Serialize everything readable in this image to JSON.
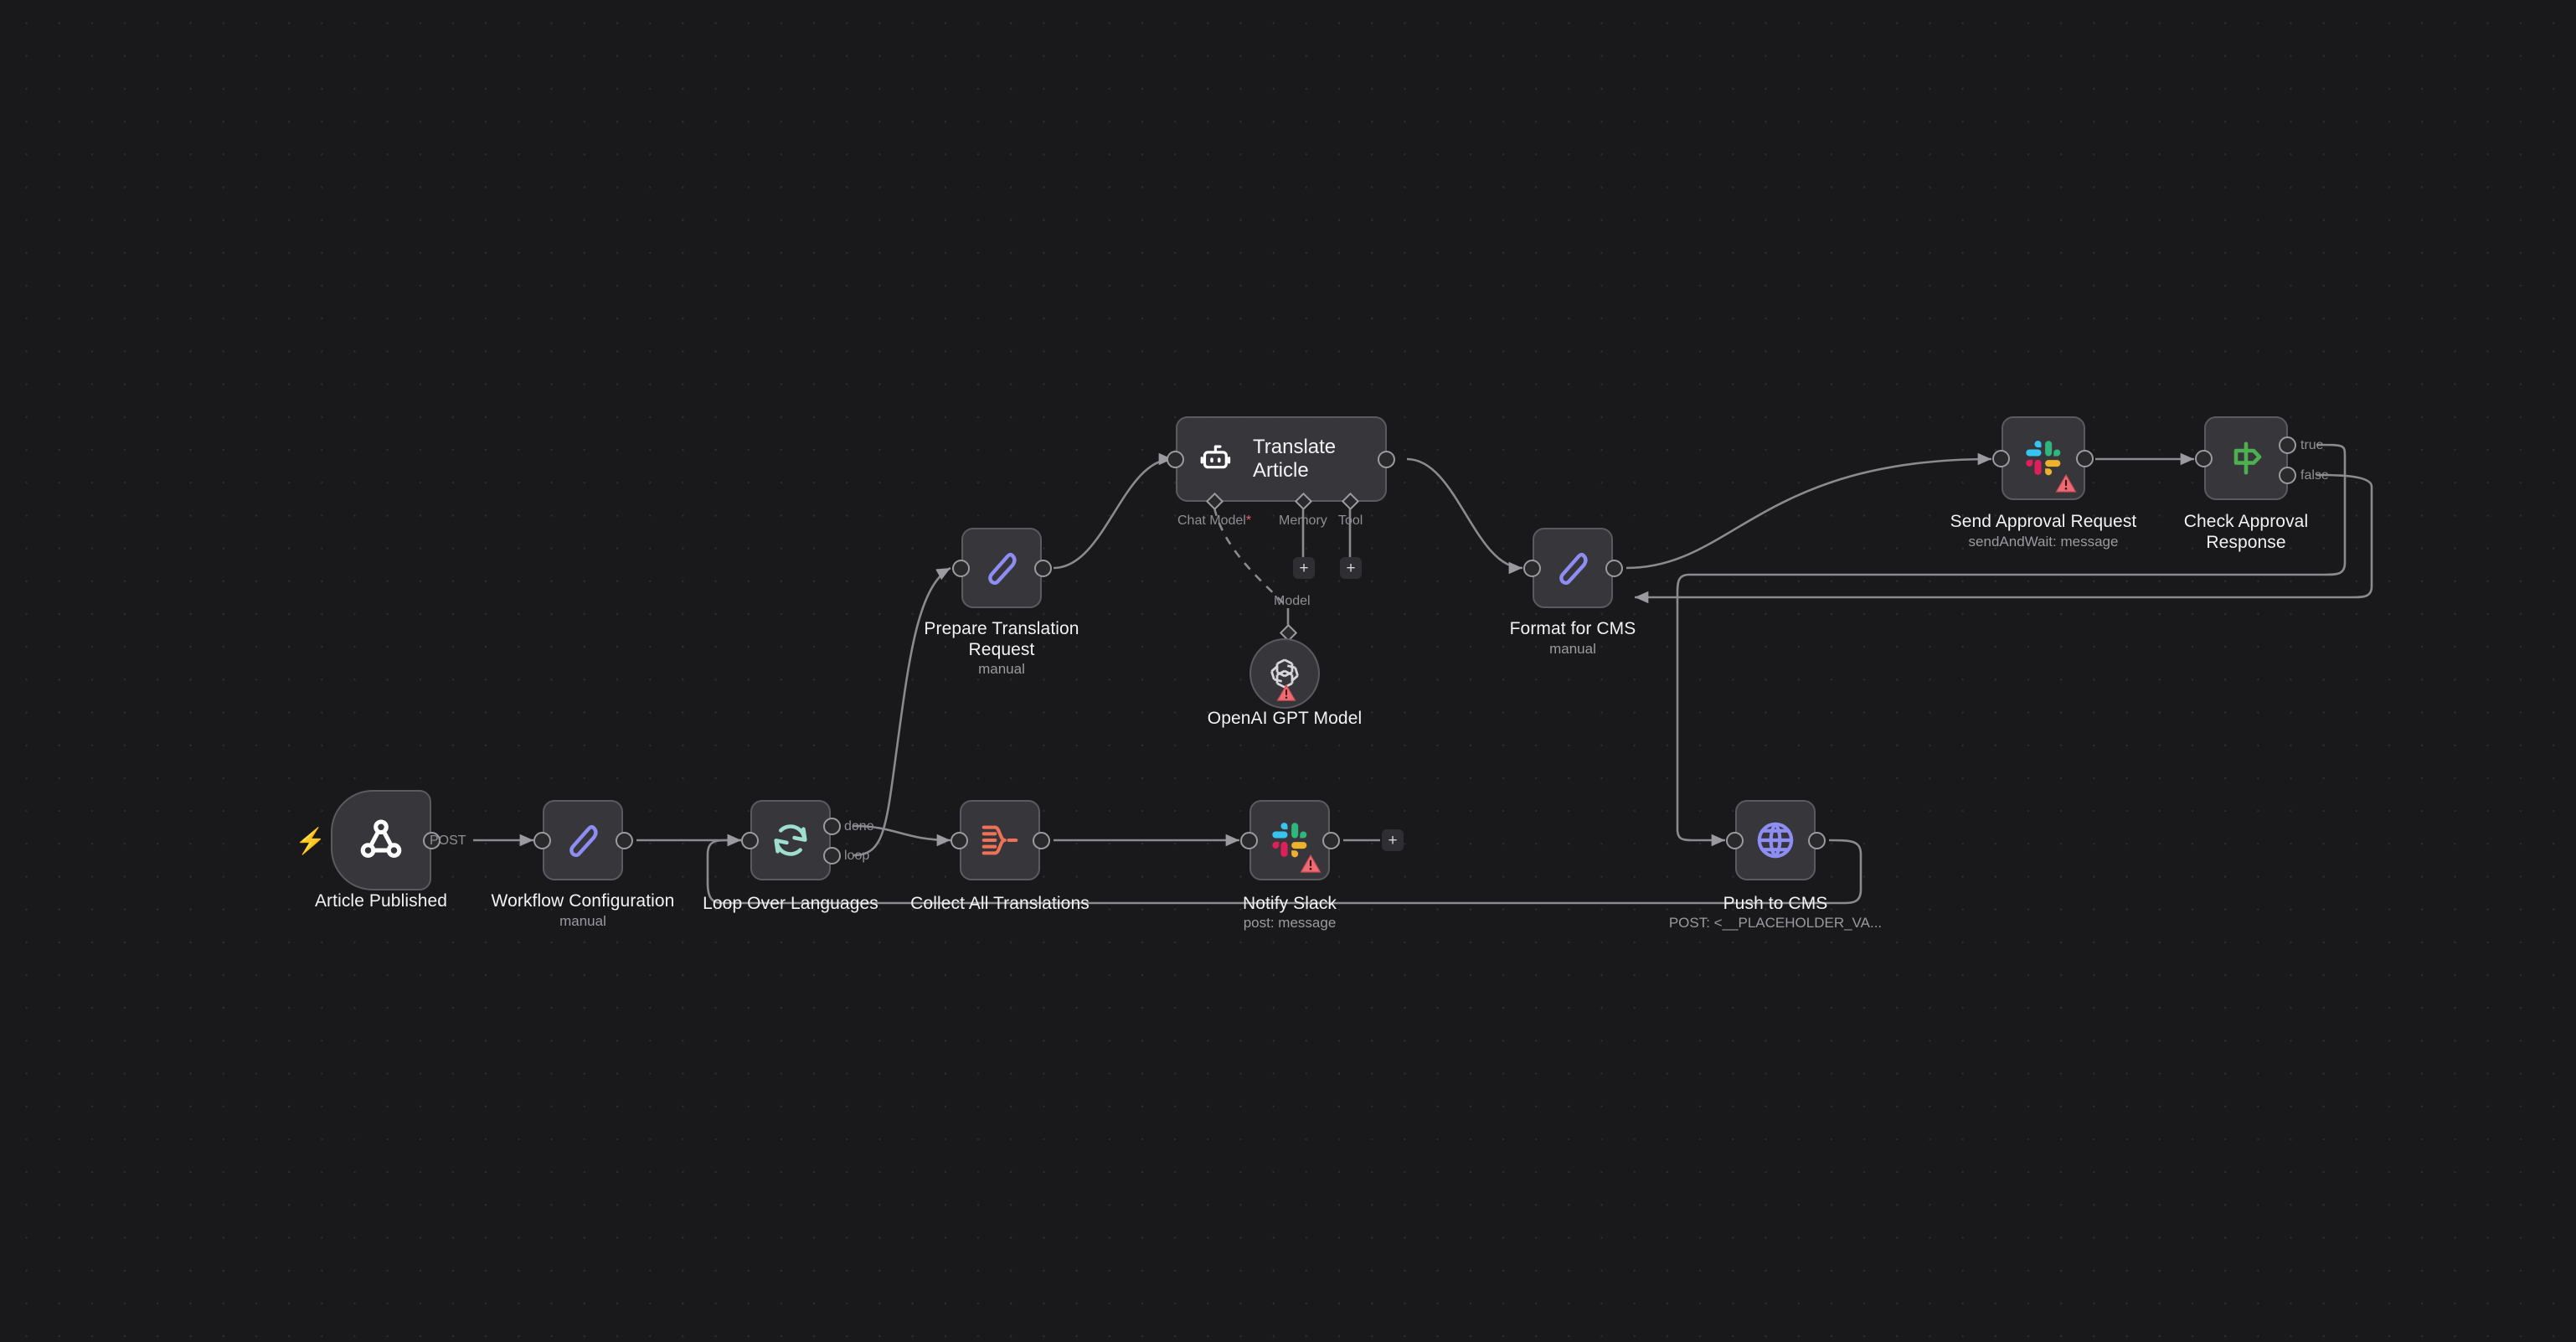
{
  "app": {
    "name": "n8n-workflow-canvas"
  },
  "canvas": {
    "background_color": "#19191c",
    "grid_dot_color": "#2b2b30",
    "edge_color": "#9a9a9f"
  },
  "nodes": [
    {
      "id": "article-published",
      "title": "Article Published",
      "subtitle": "",
      "icon": "webhook-icon",
      "icon_color": "#ffffff",
      "shape": "trigger",
      "badge": "lightning-bolt-icon",
      "outputs": [
        {
          "label": "POST"
        }
      ]
    },
    {
      "id": "workflow-configuration",
      "title": "Workflow Configuration",
      "subtitle": "manual",
      "icon": "pencil-edit-icon",
      "icon_color": "#8d8df4",
      "shape": "square",
      "outputs": [
        {
          "label": ""
        }
      ]
    },
    {
      "id": "loop-over-languages",
      "title": "Loop Over Languages",
      "subtitle": "",
      "icon": "loop-refresh-icon",
      "icon_color": "#9edfd0",
      "shape": "square",
      "outputs": [
        {
          "label": "done"
        },
        {
          "label": "loop"
        }
      ]
    },
    {
      "id": "collect-all-translations",
      "title": "Collect All Translations",
      "subtitle": "",
      "icon": "merge-code-icon",
      "icon_color": "#ef7158",
      "shape": "square",
      "outputs": [
        {
          "label": ""
        }
      ]
    },
    {
      "id": "notify-slack",
      "title": "Notify Slack",
      "subtitle": "post: message",
      "icon": "slack-icon",
      "icon_color": "#e01e5a",
      "shape": "square",
      "warning": "warning-triangle-icon",
      "add_button": "+"
    },
    {
      "id": "prepare-translation-request",
      "title": "Prepare Translation Request",
      "subtitle": "manual",
      "icon": "pencil-edit-icon",
      "icon_color": "#8d8df4",
      "shape": "square"
    },
    {
      "id": "translate-article",
      "title": "Translate Article",
      "subtitle": "",
      "icon": "ai-agent-robot-icon",
      "icon_color": "#ffffff",
      "shape": "wide",
      "sub_ports": [
        {
          "label": "Chat Model",
          "required": true,
          "has_plus": false
        },
        {
          "label": "Memory",
          "required": false,
          "has_plus": true,
          "plus": "+"
        },
        {
          "label": "Tool",
          "required": false,
          "has_plus": true,
          "plus": "+"
        }
      ]
    },
    {
      "id": "openai-gpt-model",
      "title": "OpenAI GPT Model",
      "subtitle": "",
      "icon": "openai-icon",
      "icon_color": "#d8d8dc",
      "shape": "round",
      "warning": "warning-triangle-icon",
      "input_label": "Model"
    },
    {
      "id": "format-for-cms",
      "title": "Format for CMS",
      "subtitle": "manual",
      "icon": "pencil-edit-icon",
      "icon_color": "#8d8df4",
      "shape": "square"
    },
    {
      "id": "send-approval-request",
      "title": "Send Approval Request",
      "subtitle": "sendAndWait: message",
      "icon": "slack-icon",
      "icon_color": "#e01e5a",
      "shape": "square",
      "warning": "warning-triangle-icon"
    },
    {
      "id": "check-approval-response",
      "title": "Check Approval Response",
      "subtitle": "",
      "icon": "if-signpost-icon",
      "icon_color": "#4caf50",
      "shape": "square",
      "outputs": [
        {
          "label": "true"
        },
        {
          "label": "false"
        }
      ]
    },
    {
      "id": "push-to-cms",
      "title": "Push to CMS",
      "subtitle": "POST: <__PLACEHOLDER_VA...",
      "icon": "globe-http-icon",
      "icon_color": "#8d8df4",
      "shape": "square"
    }
  ],
  "labels": {
    "post": "POST",
    "done": "done",
    "loop": "loop",
    "chat_model": "Chat Model",
    "chat_model_required_mark": "*",
    "memory": "Memory",
    "tool": "Tool",
    "model": "Model",
    "true": "true",
    "false": "false",
    "plus": "+"
  }
}
